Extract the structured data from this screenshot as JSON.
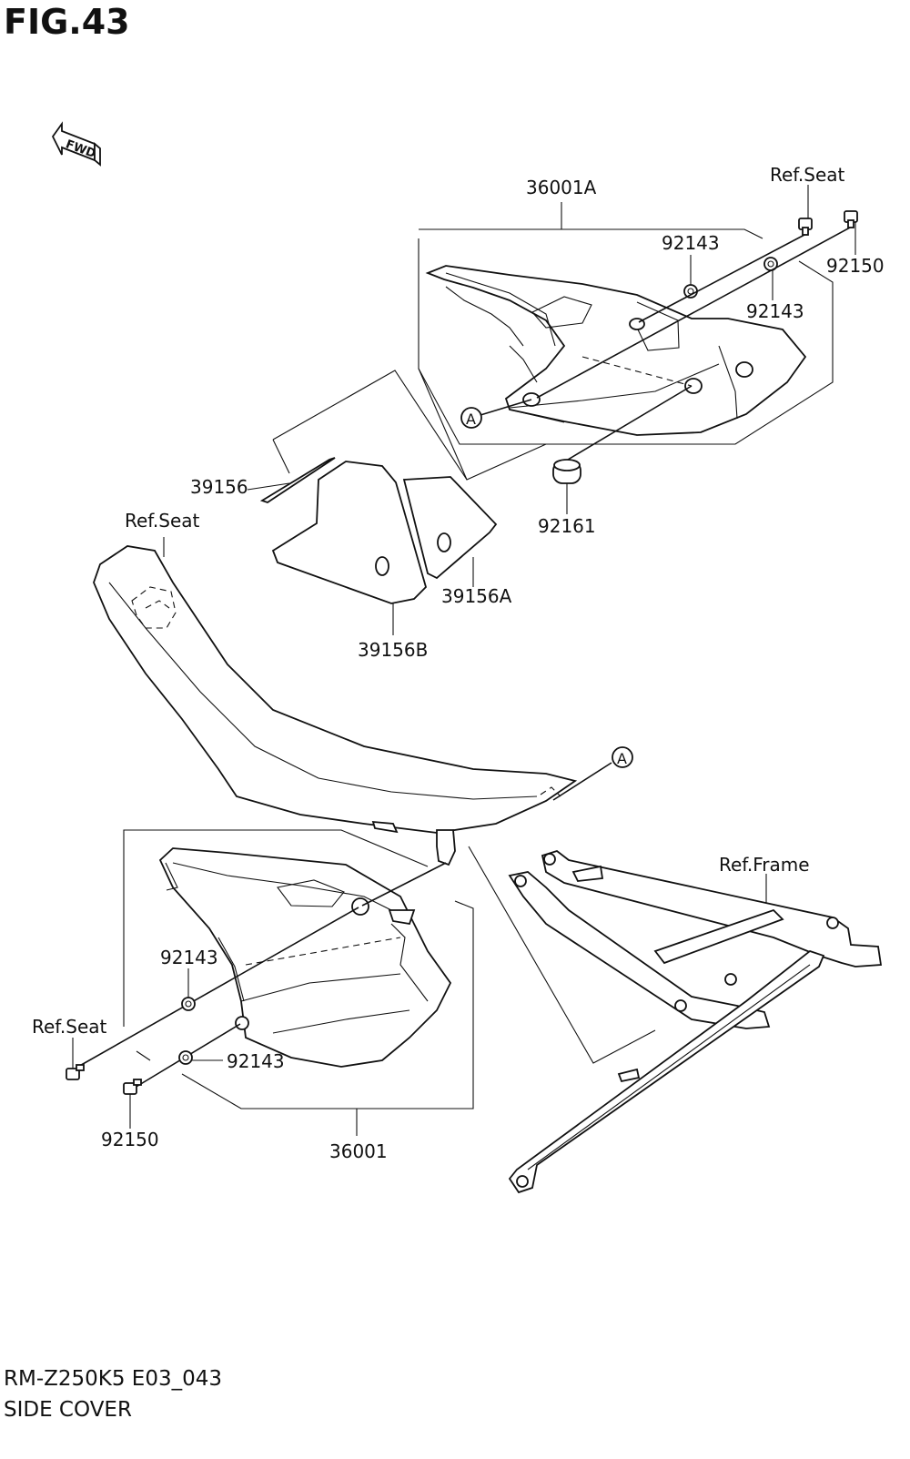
{
  "figure": {
    "title": "FIG.43",
    "model_code": "RM-Z250K5 E03_043",
    "section_name": "SIDE COVER",
    "fwd_arrow_label": "FWD"
  },
  "labels": {
    "p36001A": "36001A",
    "refSeatTop": "Ref.Seat",
    "p92143_top1": "92143",
    "p92150_top": "92150",
    "p92143_top2": "92143",
    "p39156": "39156",
    "refSeatLeft": "Ref.Seat",
    "p92161": "92161",
    "p39156A": "39156A",
    "p39156B": "39156B",
    "calloutA_top": "A",
    "calloutA_seat": "A",
    "refFrame": "Ref.Frame",
    "p92143_bot1": "92143",
    "refSeatBottom": "Ref.Seat",
    "p92143_bot2": "92143",
    "p92150_bot": "92150",
    "p36001": "36001"
  }
}
